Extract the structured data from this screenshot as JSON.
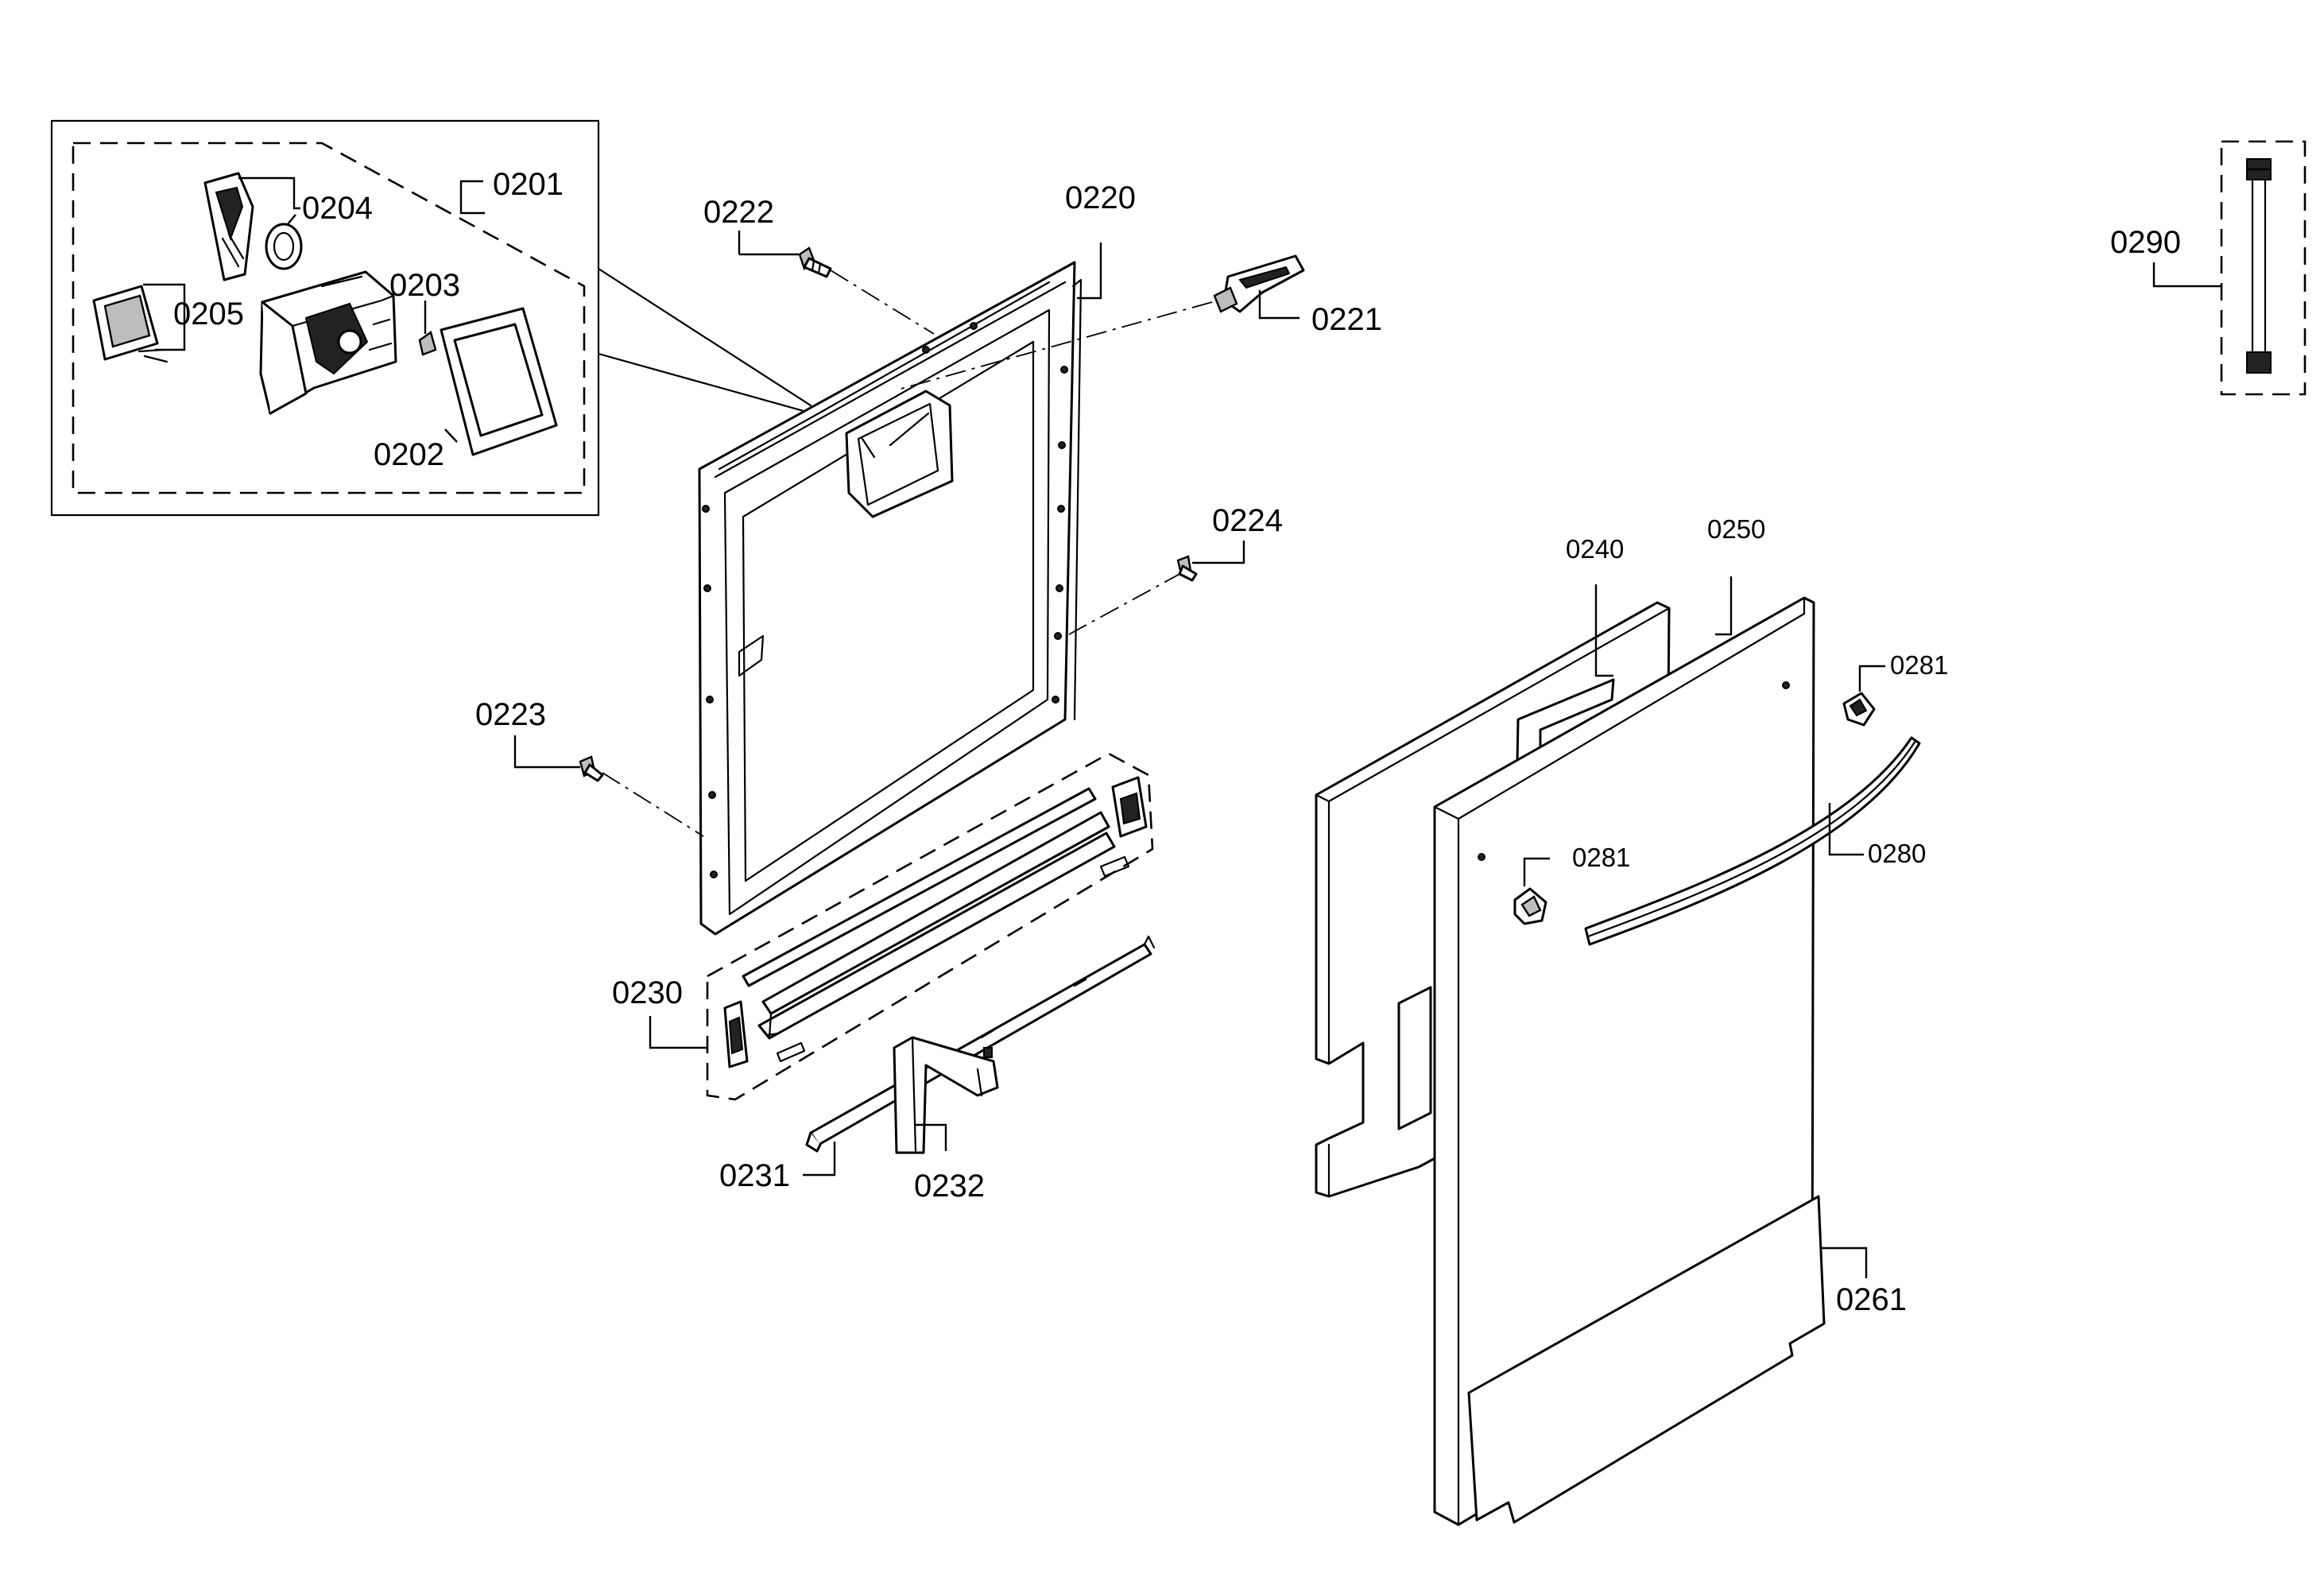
{
  "labels": {
    "p0201": "0201",
    "p0202": "0202",
    "p0203": "0203",
    "p0204": "0204",
    "p0205": "0205",
    "p0220": "0220",
    "p0221": "0221",
    "p0222": "0222",
    "p0223": "0223",
    "p0224": "0224",
    "p0230": "0230",
    "p0231": "0231",
    "p0232": "0232",
    "p0240": "0240",
    "p0250": "0250",
    "p0261": "0261",
    "p0280": "0280",
    "p0281a": "0281",
    "p0281b": "0281",
    "p0290": "0290"
  }
}
